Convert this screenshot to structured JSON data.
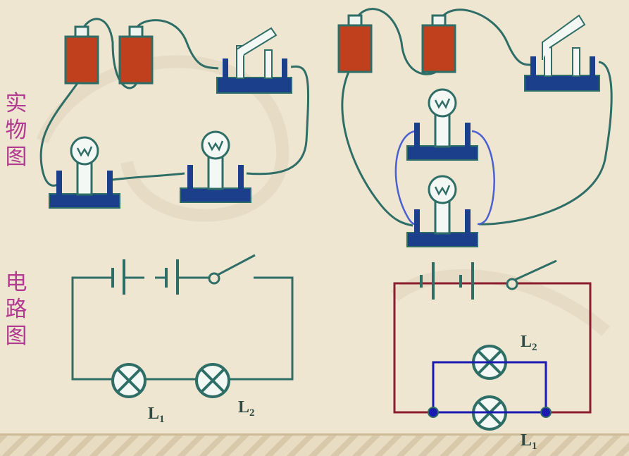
{
  "labels": {
    "physical_diagram": "实物图",
    "circuit_diagram": "电路图"
  },
  "lamps": {
    "l1": {
      "letter": "L",
      "sub": "1"
    },
    "l2": {
      "letter": "L",
      "sub": "2"
    }
  },
  "colors": {
    "wire": "#2f6e66",
    "battery": "#c0401e",
    "base": "#1c3f8c",
    "label": "#b23a90",
    "series_wire": "#8b1e2e",
    "parallel_wire": "#1a1ab0"
  }
}
